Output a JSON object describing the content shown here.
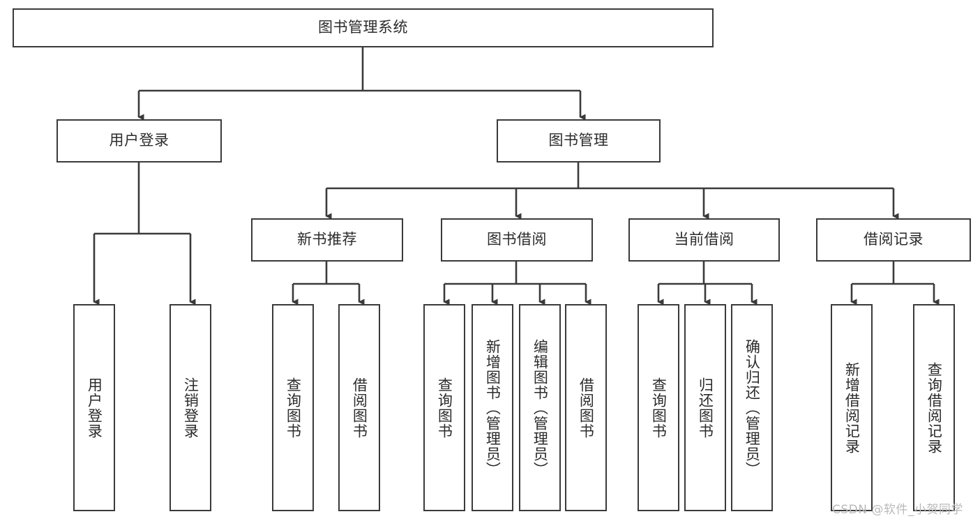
{
  "diagram": {
    "title": "图书管理系统",
    "type": "hierarchy-tree",
    "watermark": "CSDN @软件_小贺同学",
    "colors": {
      "stroke": "#3a3a3a",
      "text": "#2b2b2b",
      "background": "#ffffff",
      "watermark": "#b9b9b9"
    },
    "levels": {
      "root": {
        "label": "图书管理系统"
      },
      "level2": [
        {
          "label": "用户登录"
        },
        {
          "label": "图书管理"
        }
      ],
      "level3": [
        {
          "label": "新书推荐"
        },
        {
          "label": "图书借阅"
        },
        {
          "label": "当前借阅"
        },
        {
          "label": "借阅记录"
        }
      ]
    },
    "leaves": {
      "user_login": [
        {
          "label": "用户登录"
        },
        {
          "label": "注销登录"
        }
      ],
      "new_book_recommend": [
        {
          "label": "查询图书"
        },
        {
          "label": "借阅图书"
        }
      ],
      "book_borrow": [
        {
          "label": "查询图书"
        },
        {
          "label": "新增图书（管理员）"
        },
        {
          "label": "编辑图书（管理员）"
        },
        {
          "label": "借阅图书"
        }
      ],
      "current_borrow": [
        {
          "label": "查询图书"
        },
        {
          "label": "归还图书"
        },
        {
          "label": "确认归还（管理员）"
        }
      ],
      "borrow_record": [
        {
          "label": "新增借阅记录"
        },
        {
          "label": "查询借阅记录"
        }
      ]
    }
  }
}
